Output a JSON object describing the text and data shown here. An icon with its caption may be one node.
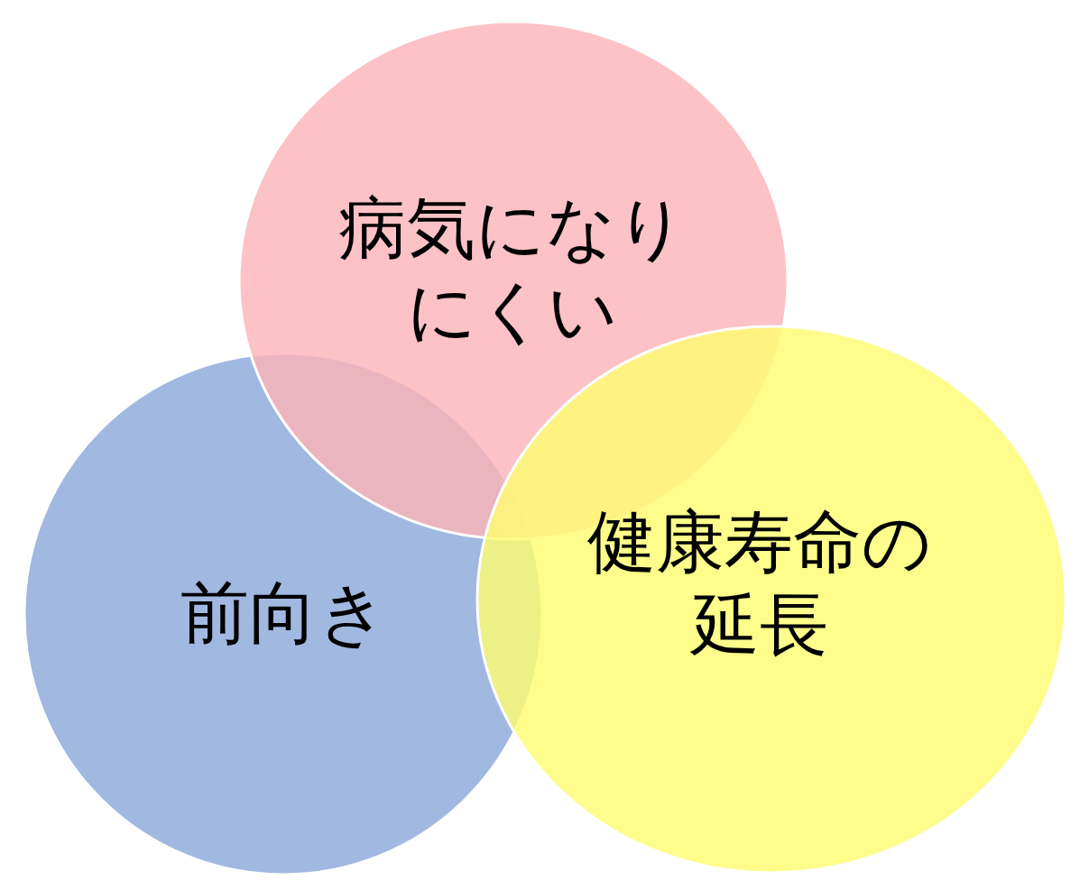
{
  "diagram": {
    "nodes": [
      {
        "text": [
          "病気になりにくい"
        ]
      },
      {
        "text": [
          "前向き"
        ]
      },
      {
        "text": [
          "健康寿命の延長"
        ]
      }
    ]
  }
}
